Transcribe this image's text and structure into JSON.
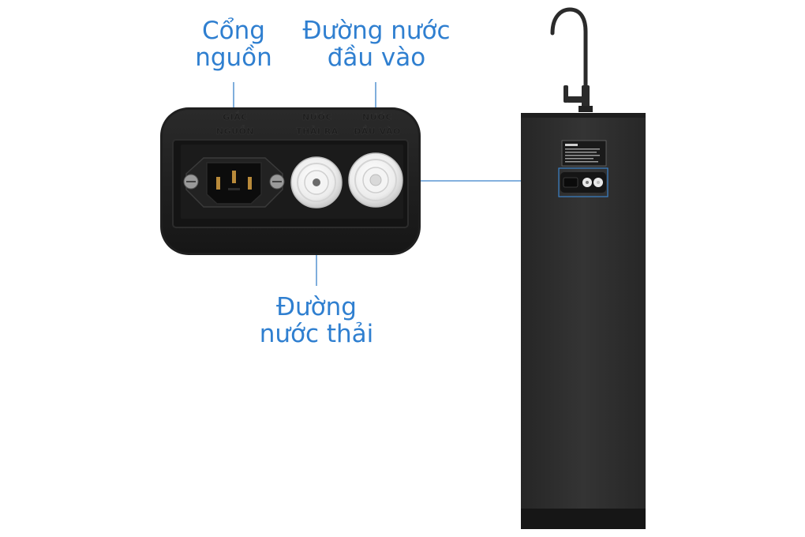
{
  "labels": {
    "power_port": {
      "line1": "Cổng",
      "line2": "nguồn"
    },
    "water_inlet": {
      "line1": "Đường nước",
      "line2": "đầu vào"
    },
    "waste_water": {
      "line1": "Đường",
      "line2": "nước thải"
    }
  },
  "panel_engravings": {
    "power_socket": {
      "line1": "GIẮC",
      "line2": "NGUỒN"
    },
    "waste_port": {
      "line1": "NƯỚC",
      "line2": "THẢI RA"
    },
    "inlet_port": {
      "line1": "NƯỚC",
      "line2": "ĐẦU VÀO"
    }
  },
  "colors": {
    "callout_text": "#2f7fd0",
    "callout_line": "#3b82c9",
    "cabinet": "#2e2e2e",
    "panel": "#1e1e1e"
  },
  "icons": [
    "power-socket-icon",
    "water-port-icon",
    "faucet-icon"
  ]
}
